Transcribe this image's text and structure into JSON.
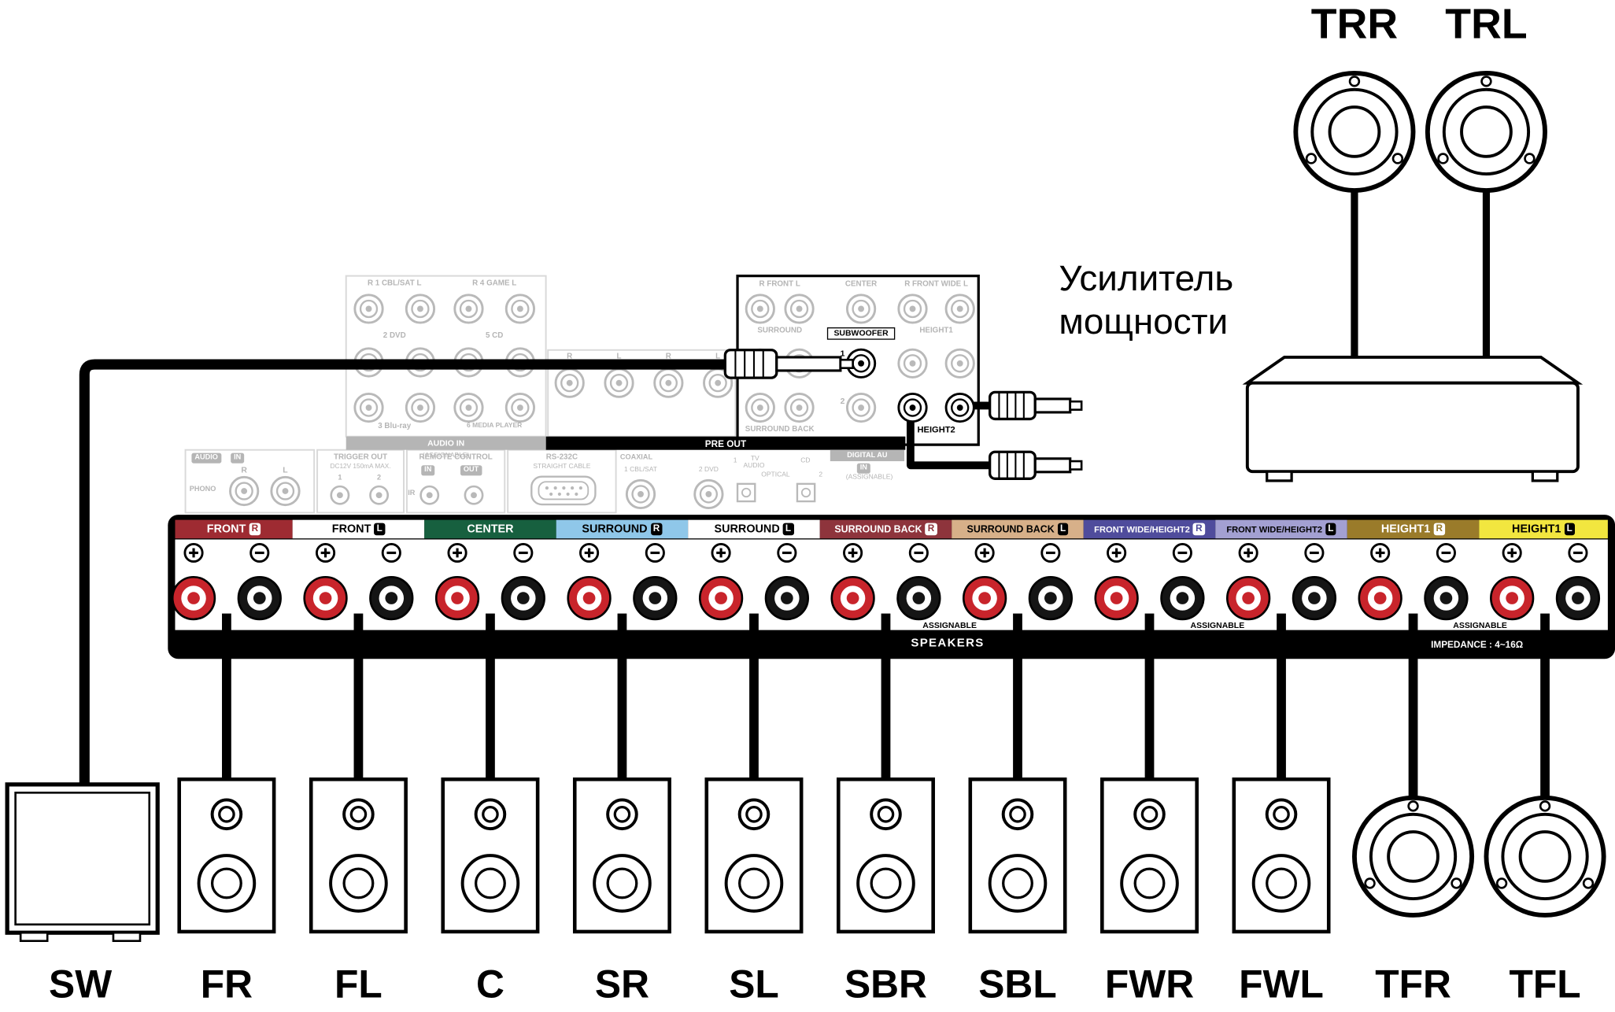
{
  "top_speakers": {
    "right_label": "TRR",
    "left_label": "TRL"
  },
  "amplifier": {
    "caption_line1": "Усилитель",
    "caption_line2": "мощности"
  },
  "pre_out": {
    "front_pair": "R FRONT L",
    "center": "CENTER",
    "front_wide_pair": "R FRONT WIDE L",
    "surround": "SURROUND",
    "subwoofer": "SUBWOOFER",
    "height1": "HEIGHT1",
    "surround_back": "SURROUND BACK",
    "height2": "HEIGHT2",
    "jack_1": "1",
    "jack_2": "2",
    "bar_label": "PRE OUT"
  },
  "rear_panel_faded": {
    "audio_bar": "AUDIO IN",
    "audio_assignable": "(ASSIGNABLE)",
    "input_1": "R 1 CBL/SAT L",
    "input_4": "R 4 GAME L",
    "input_2": "2 DVD",
    "input_5": "5 CD",
    "input_3": "3 Blu-ray",
    "input_6": "6 MEDIA PLAYER",
    "r": "R",
    "l": "L",
    "audio_tag": "AUDIO",
    "in_tag": "IN",
    "phono": "PHONO",
    "trigger_out": "TRIGGER OUT",
    "trigger_spec": "DC12V 150mA MAX.",
    "one": "1",
    "two": "2",
    "remote_control": "REMOTE CONTROL",
    "out_tag": "OUT",
    "ir": "IR",
    "rs232c": "RS-232C",
    "straight_cable": "STRAIGHT CABLE",
    "coaxial": "COAXIAL",
    "coax_1": "1 CBL/SAT",
    "coax_2": "2 DVD",
    "tv": "TV",
    "audio_word": "AUDIO",
    "optical": "OPTICAL",
    "cd": "CD",
    "digital_bar": "DIGITAL AU",
    "digital_assignable": "(ASSIGNABLE)"
  },
  "terminal_panel": {
    "groups": [
      {
        "label": "FRONT",
        "side": "R",
        "bg": "#9E2B32",
        "fg": "#FFFFFF"
      },
      {
        "label": "FRONT",
        "side": "L",
        "bg": "#FFFFFF",
        "fg": "#000000"
      },
      {
        "label": "CENTER",
        "side": "",
        "bg": "#17603F",
        "fg": "#FFFFFF"
      },
      {
        "label": "SURROUND",
        "side": "R",
        "bg": "#8FC7E9",
        "fg": "#000000"
      },
      {
        "label": "SURROUND",
        "side": "L",
        "bg": "#FFFFFF",
        "fg": "#000000"
      },
      {
        "label": "SURROUND BACK",
        "side": "R",
        "bg": "#8E343C",
        "fg": "#FFFFFF"
      },
      {
        "label": "SURROUND BACK",
        "side": "L",
        "bg": "#D7B089",
        "fg": "#000000"
      },
      {
        "label": "FRONT WIDE/HEIGHT2",
        "side": "R",
        "bg": "#4F4C9C",
        "fg": "#FFFFFF"
      },
      {
        "label": "FRONT WIDE/HEIGHT2",
        "side": "L",
        "bg": "#A3A0D2",
        "fg": "#000000"
      },
      {
        "label": "HEIGHT1",
        "side": "R",
        "bg": "#9A7B2A",
        "fg": "#FFFFFF"
      },
      {
        "label": "HEIGHT1",
        "side": "L",
        "bg": "#F2E63F",
        "fg": "#000000"
      }
    ],
    "plus_sign": "+",
    "minus_sign": "−",
    "assignable": "ASSIGNABLE",
    "speakers_bar": "SPEAKERS",
    "impedance": "IMPEDANCE : 4~16Ω",
    "post_positive_color": "#C8242B",
    "post_negative_color": "#151515"
  },
  "bottom_speakers": [
    {
      "label": "SW",
      "type": "subwoofer"
    },
    {
      "label": "FR",
      "type": "box"
    },
    {
      "label": "FL",
      "type": "box"
    },
    {
      "label": "C",
      "type": "box"
    },
    {
      "label": "SR",
      "type": "box"
    },
    {
      "label": "SL",
      "type": "box"
    },
    {
      "label": "SBR",
      "type": "box"
    },
    {
      "label": "SBL",
      "type": "box"
    },
    {
      "label": "FWR",
      "type": "box"
    },
    {
      "label": "FWL",
      "type": "box"
    },
    {
      "label": "TFR",
      "type": "round"
    },
    {
      "label": "TFL",
      "type": "round"
    }
  ]
}
